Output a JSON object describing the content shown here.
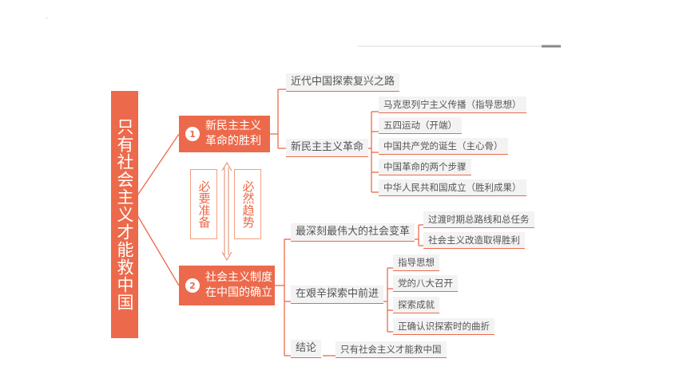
{
  "root": {
    "text": "只有社会主义才能救中国"
  },
  "branches": [
    {
      "number": "1",
      "label": "新民主主义革命的胜利"
    },
    {
      "number": "2",
      "label": "社会主义制度在中国的确立"
    }
  ],
  "relation": {
    "up": "必要准备",
    "down": "必然趋势"
  },
  "branch1": {
    "item_road": "近代中国探索复兴之路",
    "item_revolution": "新民主主义革命",
    "leaves": [
      "马克思列宁主义传播（指导思想）",
      "五四运动（开端）",
      "中国共产党的诞生（主心骨）",
      "中国革命的两个步骤",
      "中华人民共和国成立（胜利成果）"
    ]
  },
  "branch2": {
    "item_change": "最深刻最伟大的社会变革",
    "change_leaves": [
      "过渡时期总路线和总任务",
      "社会主义改造取得胜利"
    ],
    "item_explore": "在艰辛探索中前进",
    "explore_leaves": [
      "指导思想",
      "党的八大召开",
      "探索成就",
      "正确认识探索时的曲折"
    ],
    "item_conclusion": "结论",
    "conclusion_leaf": "只有社会主义才能救中国"
  },
  "decor": {
    "dot": "."
  }
}
